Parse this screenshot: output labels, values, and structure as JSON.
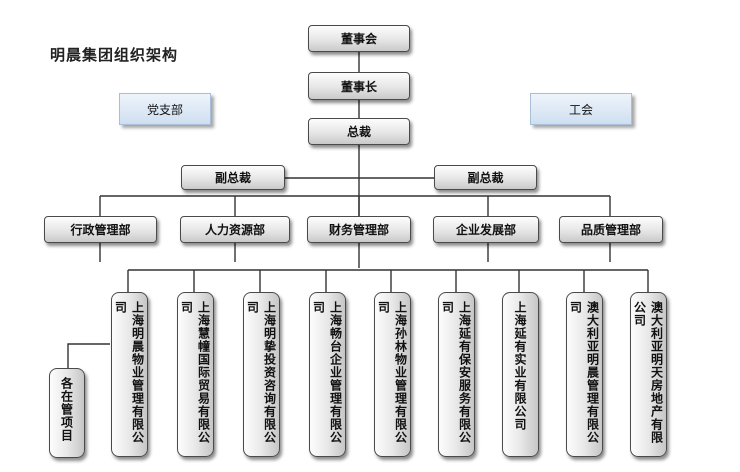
{
  "title": "明晨集团组织架构",
  "top": {
    "board": "董事会",
    "chairman": "董事长",
    "president": "总裁"
  },
  "side": {
    "party": "党支部",
    "union": "工会"
  },
  "vice": [
    "副总裁",
    "副总裁"
  ],
  "departments": [
    "行政管理部",
    "人力资源部",
    "财务管理部",
    "企业发展部",
    "品质管理部"
  ],
  "projects": "各在管项目",
  "companies": [
    "上海明晨物业管理有限公司",
    "上海慧幢国际贸易有限公司",
    "上海明挚投资咨询有限公司",
    "上海畅台企业管理有限公司",
    "上海孙林物业管理有限公司",
    "上海延有保安服务有限公司",
    "上海延有实业有限公司",
    "澳大利亚明晨管理有限公司",
    "澳大利亚明天房地产有限公司"
  ]
}
